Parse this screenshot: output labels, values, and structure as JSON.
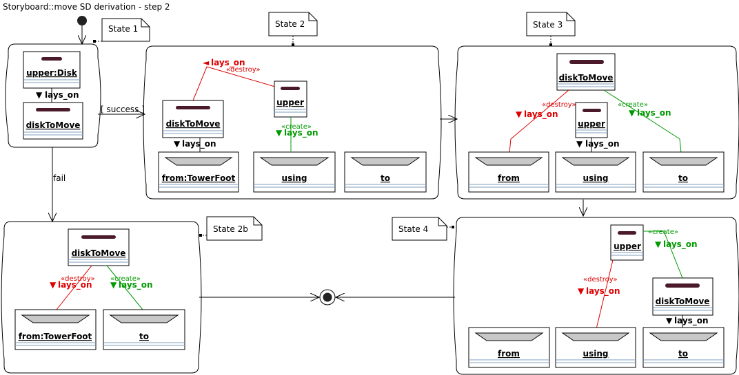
{
  "title": "Storyboard::move SD derivation - step 2",
  "colors": {
    "destroy": "#dd0000",
    "create": "#009900",
    "normal": "#000000",
    "bar": "#4a1a2a",
    "trapezoid": "#c8c8c8",
    "compartment": "#7f9fbf"
  },
  "icons": {
    "initial": "initial-node-icon",
    "final": "final-node-icon",
    "arrow": "arrow-head-icon"
  },
  "stereotypes": {
    "destroy": "«destroy»",
    "create": "«create»"
  },
  "transitions": {
    "success": "[ success ]",
    "fail": "fail"
  },
  "states": {
    "s1": {
      "note": "State 1",
      "objects": [
        {
          "name": "upper:Disk"
        },
        {
          "name": "diskToMove"
        }
      ],
      "links": [
        {
          "name": "lays_on",
          "arrow": "▼",
          "kind": "normal"
        }
      ]
    },
    "s2": {
      "note": "State 2",
      "objects": [
        {
          "name": "diskToMove"
        },
        {
          "name": "upper"
        },
        {
          "name": "from:TowerFoot"
        },
        {
          "name": "using"
        },
        {
          "name": "to"
        }
      ],
      "links": [
        {
          "name": "lays_on",
          "arrow": "◄",
          "kind": "destroy"
        },
        {
          "name": "lays_on",
          "arrow": "▼",
          "kind": "normal"
        },
        {
          "name": "lays_on",
          "arrow": "▼",
          "kind": "create"
        }
      ]
    },
    "s3": {
      "note": "State 3",
      "objects": [
        {
          "name": "diskToMove"
        },
        {
          "name": "upper"
        },
        {
          "name": "from"
        },
        {
          "name": "using"
        },
        {
          "name": "to"
        }
      ],
      "links": [
        {
          "name": "lays_on",
          "arrow": "▼",
          "kind": "destroy"
        },
        {
          "name": "lays_on",
          "arrow": "▼",
          "kind": "normal"
        },
        {
          "name": "lays_on",
          "arrow": "▼",
          "kind": "create"
        }
      ]
    },
    "s2b": {
      "note": "State 2b",
      "objects": [
        {
          "name": "diskToMove"
        },
        {
          "name": "from:TowerFoot"
        },
        {
          "name": "to"
        }
      ],
      "links": [
        {
          "name": "lays_on",
          "arrow": "▼",
          "kind": "destroy"
        },
        {
          "name": "lays_on",
          "arrow": "▼",
          "kind": "create"
        }
      ]
    },
    "s4": {
      "note": "State 4",
      "objects": [
        {
          "name": "upper"
        },
        {
          "name": "diskToMove"
        },
        {
          "name": "from"
        },
        {
          "name": "using"
        },
        {
          "name": "to"
        }
      ],
      "links": [
        {
          "name": "lays_on",
          "arrow": "▼",
          "kind": "create"
        },
        {
          "name": "lays_on",
          "arrow": "▼",
          "kind": "destroy"
        },
        {
          "name": "lays_on",
          "arrow": "▼",
          "kind": "normal"
        }
      ]
    }
  }
}
